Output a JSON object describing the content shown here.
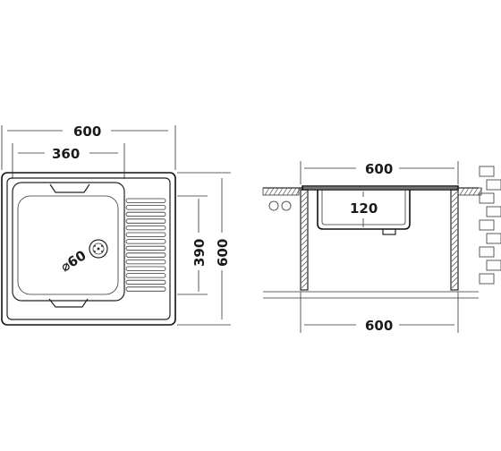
{
  "top_view": {
    "overall_width": "600",
    "bowl_width": "360",
    "bowl_depth": "390",
    "overall_depth": "600",
    "drain_diameter": "⌀60"
  },
  "side_view": {
    "top_width": "600",
    "bowl_height": "120",
    "bottom_width": "600"
  }
}
